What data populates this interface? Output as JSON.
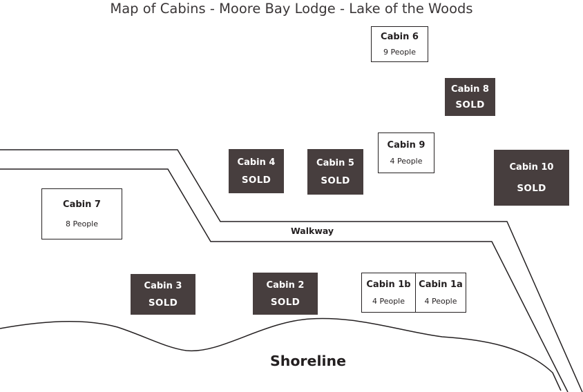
{
  "map": {
    "title": "Map of Cabins - Moore Bay Lodge - Lake of the Woods",
    "walkway_label": "Walkway",
    "shoreline_label": "Shoreline"
  },
  "colors": {
    "sold_fill": "#473e3e",
    "available_fill": "#ffffff",
    "outline": "#231f20"
  },
  "cabins": [
    {
      "name": "Cabin 6",
      "detail": "9 People",
      "status": "available"
    },
    {
      "name": "Cabin 8",
      "detail": "SOLD",
      "status": "sold"
    },
    {
      "name": "Cabin 9",
      "detail": "4 People",
      "status": "available"
    },
    {
      "name": "Cabin 4",
      "detail": "SOLD",
      "status": "sold"
    },
    {
      "name": "Cabin 5",
      "detail": "SOLD",
      "status": "sold"
    },
    {
      "name": "Cabin 10",
      "detail": "SOLD",
      "status": "sold"
    },
    {
      "name": "Cabin 7",
      "detail": "8 People",
      "status": "available"
    },
    {
      "name": "Cabin 3",
      "detail": "SOLD",
      "status": "sold"
    },
    {
      "name": "Cabin 2",
      "detail": "SOLD",
      "status": "sold"
    },
    {
      "name": "Cabin 1b",
      "detail": "4 People",
      "status": "available"
    },
    {
      "name": "Cabin 1a",
      "detail": "4 People",
      "status": "available"
    }
  ]
}
